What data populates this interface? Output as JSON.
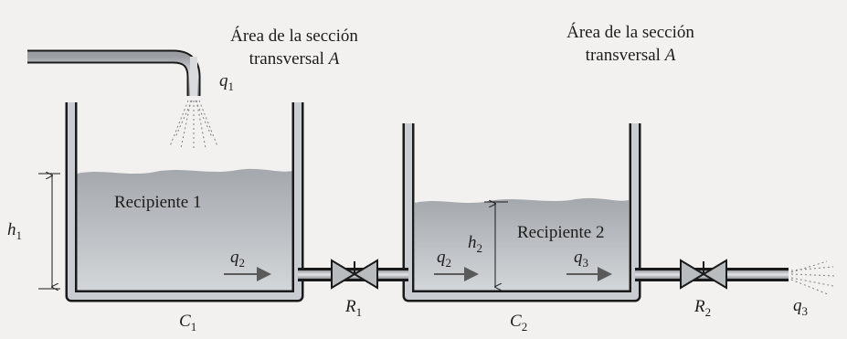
{
  "diagram": {
    "area_label_1": {
      "line1": "Área de la sección",
      "line2": "transversal",
      "symbol": "A"
    },
    "area_label_2": {
      "line1": "Área de la sección",
      "line2": "transversal",
      "symbol": "A"
    },
    "tank1_label": "Recipiente 1",
    "tank2_label": "Recipiente 2",
    "q1": {
      "var": "q",
      "sub": "1"
    },
    "h1": {
      "var": "h",
      "sub": "1"
    },
    "h2": {
      "var": "h",
      "sub": "2"
    },
    "q2_tank1": {
      "var": "q",
      "sub": "2"
    },
    "q2_tank2": {
      "var": "q",
      "sub": "2"
    },
    "q3_tank2": {
      "var": "q",
      "sub": "3"
    },
    "q3_outlet": {
      "var": "q",
      "sub": "3"
    },
    "R1": {
      "var": "R",
      "sub": "1"
    },
    "R2": {
      "var": "R",
      "sub": "2"
    },
    "C1": {
      "var": "C",
      "sub": "1"
    },
    "C2": {
      "var": "C",
      "sub": "2"
    },
    "colors": {
      "background": "#f2f1ef",
      "pipe": "#1a1a1a",
      "water_top": "#a8acb0",
      "water_bottom": "#cfd2d5",
      "valve_fill": "#b9bcbf"
    }
  }
}
